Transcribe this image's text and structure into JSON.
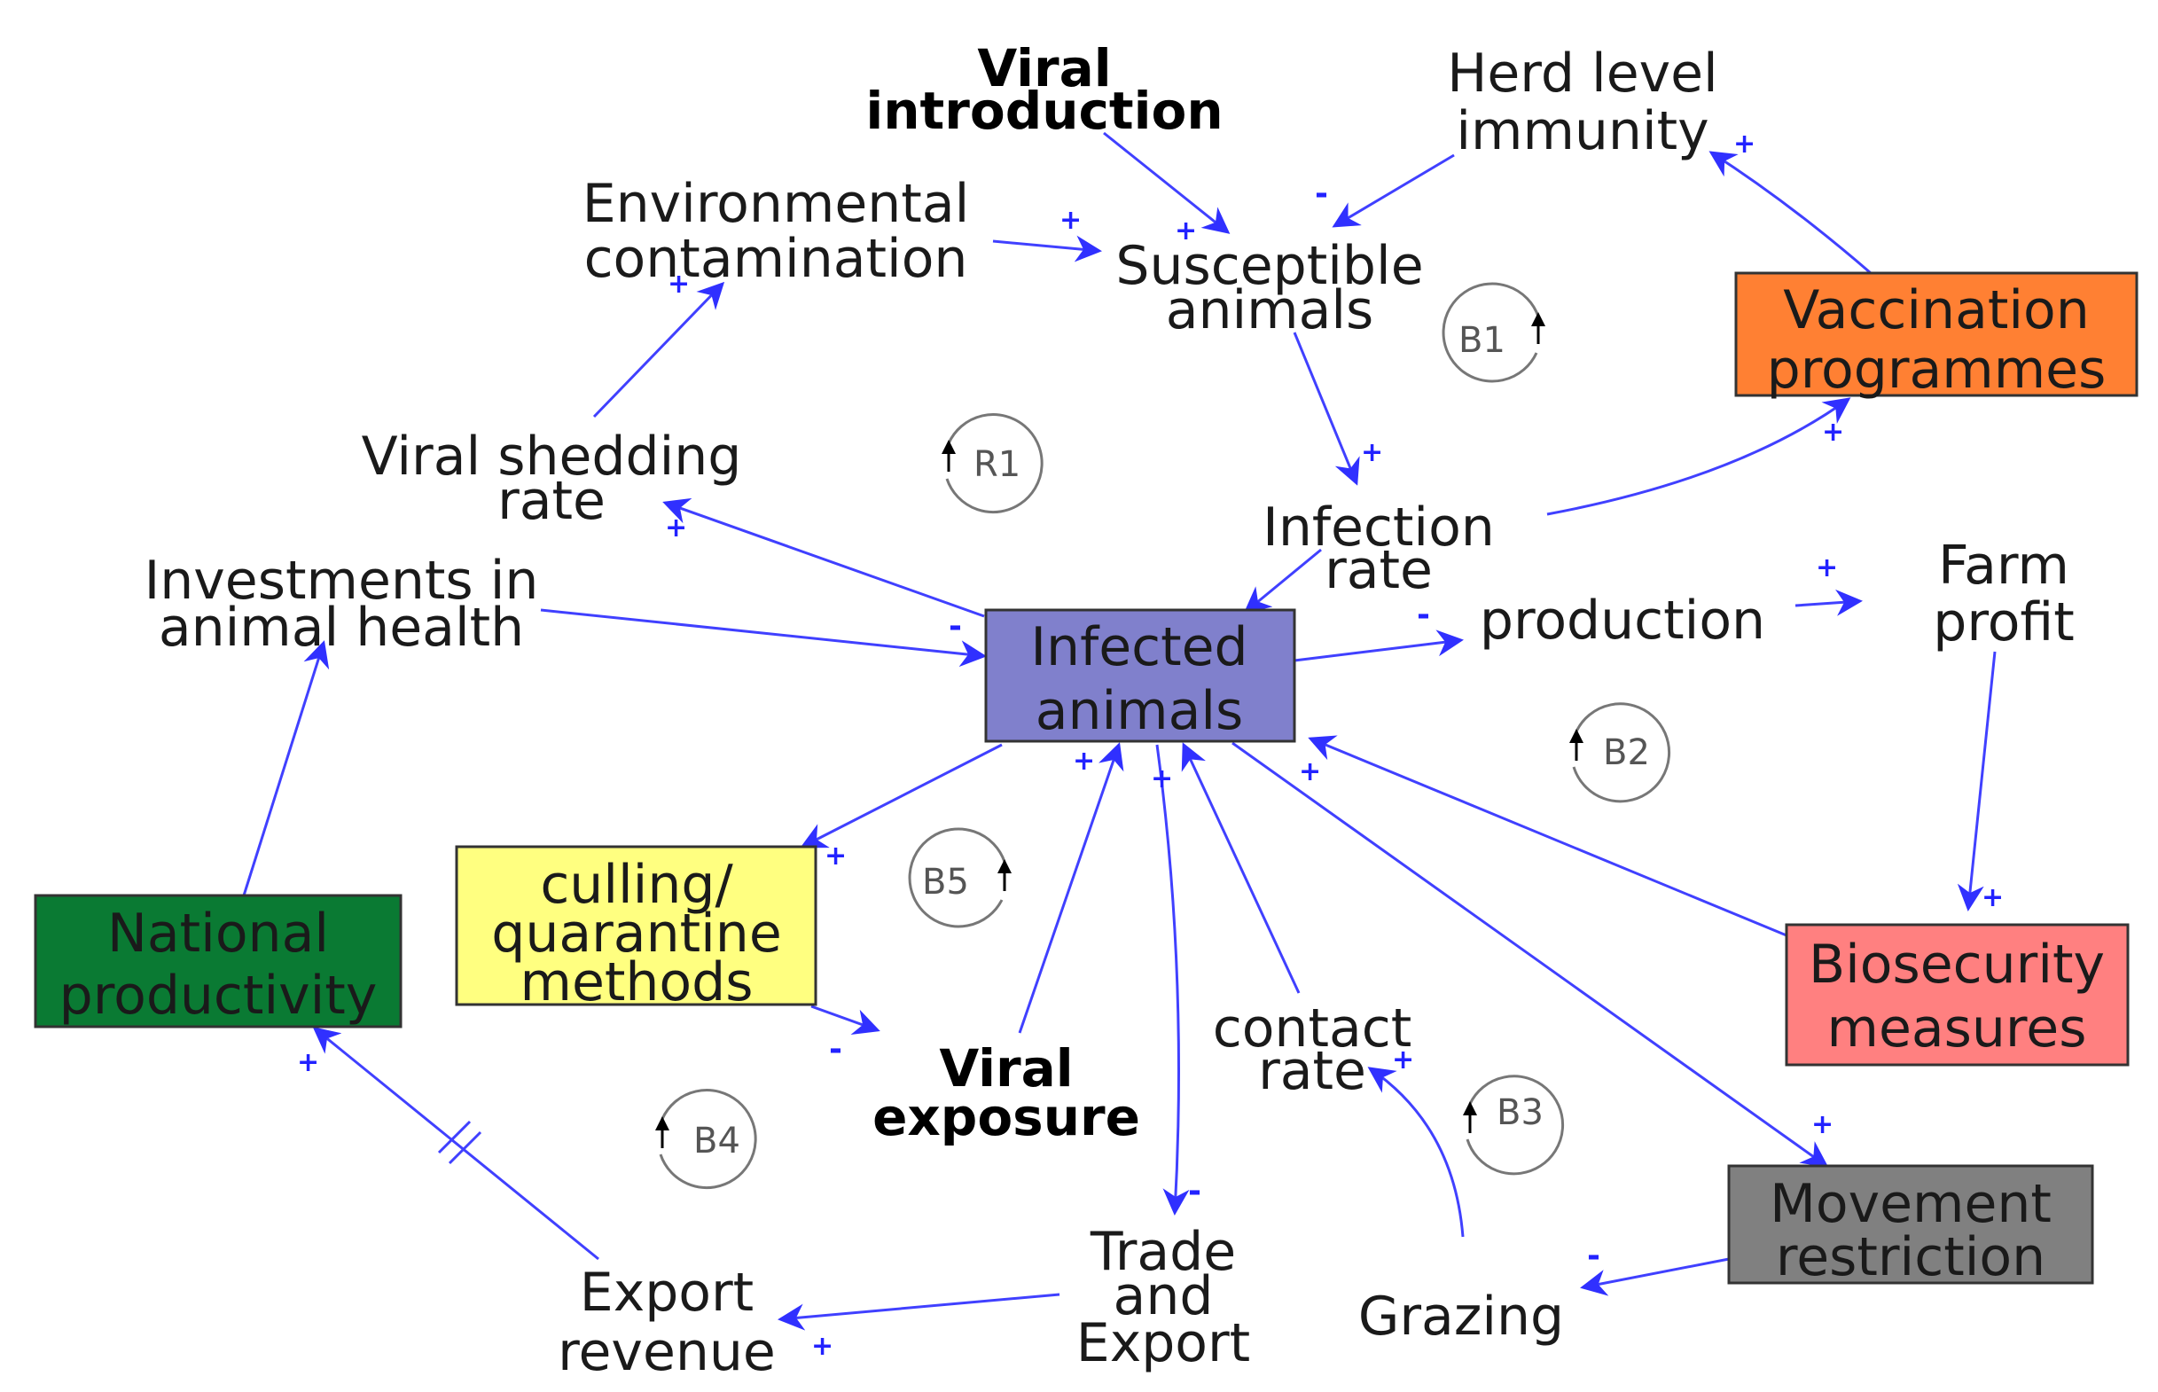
{
  "nodes": {
    "viral_introduction": [
      "Viral",
      "introduction"
    ],
    "herd_level_immunity": [
      "Herd level",
      "immunity"
    ],
    "environmental_contamination": [
      "Environmental",
      "contamination"
    ],
    "susceptible_animals": [
      "Susceptible",
      "animals"
    ],
    "vaccination_programmes": [
      "Vaccination",
      "programmes"
    ],
    "viral_shedding_rate": [
      "Viral shedding",
      "rate"
    ],
    "infection_rate": [
      "Infection",
      "rate"
    ],
    "farm_profit": [
      "Farm",
      "profit"
    ],
    "investments_in_animal_health": [
      "Investments in",
      "animal health"
    ],
    "infected_animals": [
      "Infected",
      "animals"
    ],
    "production": [
      "production"
    ],
    "culling_quarantine_methods": [
      "culling/",
      "quarantine",
      "methods"
    ],
    "national_productivity": [
      "National",
      "productivity"
    ],
    "biosecurity_measures": [
      "Biosecurity",
      "measures"
    ],
    "viral_exposure": [
      "Viral",
      "exposure"
    ],
    "contact_rate": [
      "contact",
      "rate"
    ],
    "movement_restriction": [
      "Movement",
      "restriction"
    ],
    "trade_and_export": [
      "Trade",
      "and",
      "Export"
    ],
    "export_revenue": [
      "Export",
      "revenue"
    ],
    "grazing": [
      "Grazing"
    ]
  },
  "box_colors": {
    "infected_animals": "#8080cc",
    "vaccination_programmes": "#ff8033",
    "culling_quarantine_methods": "#ffff80",
    "national_productivity": "#0a7a33",
    "biosecurity_measures": "#ff8080",
    "movement_restriction": "#808080"
  },
  "edge_color": "#4040ff",
  "loops": [
    "B1",
    "R1",
    "B2",
    "B5",
    "B4",
    "B3"
  ],
  "polarity_signs": {
    "plus": "+",
    "minus": "-"
  }
}
